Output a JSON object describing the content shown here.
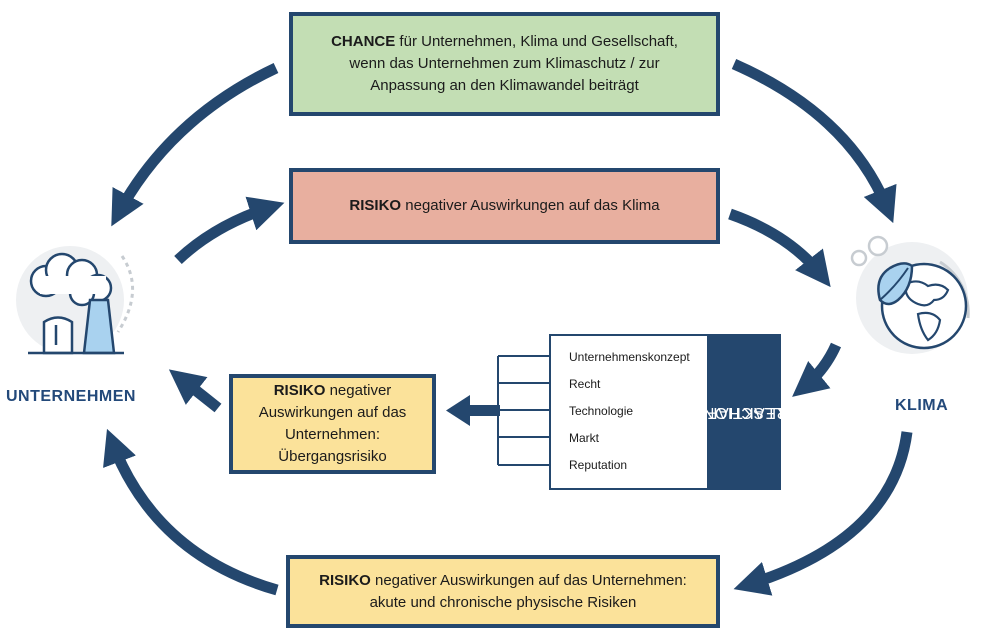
{
  "chance_box": {
    "bold": "CHANCE",
    "line1_rest": " für Unternehmen, Klima und Gesellschaft,",
    "line2": "wenn das Unternehmen zum Klimaschutz / zur",
    "line3": "Anpassung an den Klimawandel beiträgt"
  },
  "risk_climate_box": {
    "bold": "RISIKO",
    "rest": " negativer Auswirkungen auf das Klima"
  },
  "transition_risk_box": {
    "bold": "RISIKO",
    "line1_rest": " negativer",
    "line2": "Auswirkungen auf das",
    "line3": "Unternehmen:",
    "line4": "Übergangsrisiko"
  },
  "physical_risk_box": {
    "bold": "RISIKO",
    "line1_rest": " negativer Auswirkungen auf das Unternehmen:",
    "line2": "akute und chronische physische Risiken"
  },
  "entities": {
    "company": "UNTERNEHMEN",
    "climate": "KLIMA"
  },
  "society_reaction": {
    "title_line1": "REAKTION DER",
    "title_line2": "GESELLSCHAFT",
    "items": [
      "Unternehmenskonzept",
      "Recht",
      "Technologie",
      "Markt",
      "Reputation"
    ]
  },
  "colors": {
    "navy": "#24476e",
    "green": "#c3deb4",
    "salmon": "#e8af9f",
    "yellow": "#fbe29a",
    "icon_light_blue": "#a9d2ef"
  }
}
